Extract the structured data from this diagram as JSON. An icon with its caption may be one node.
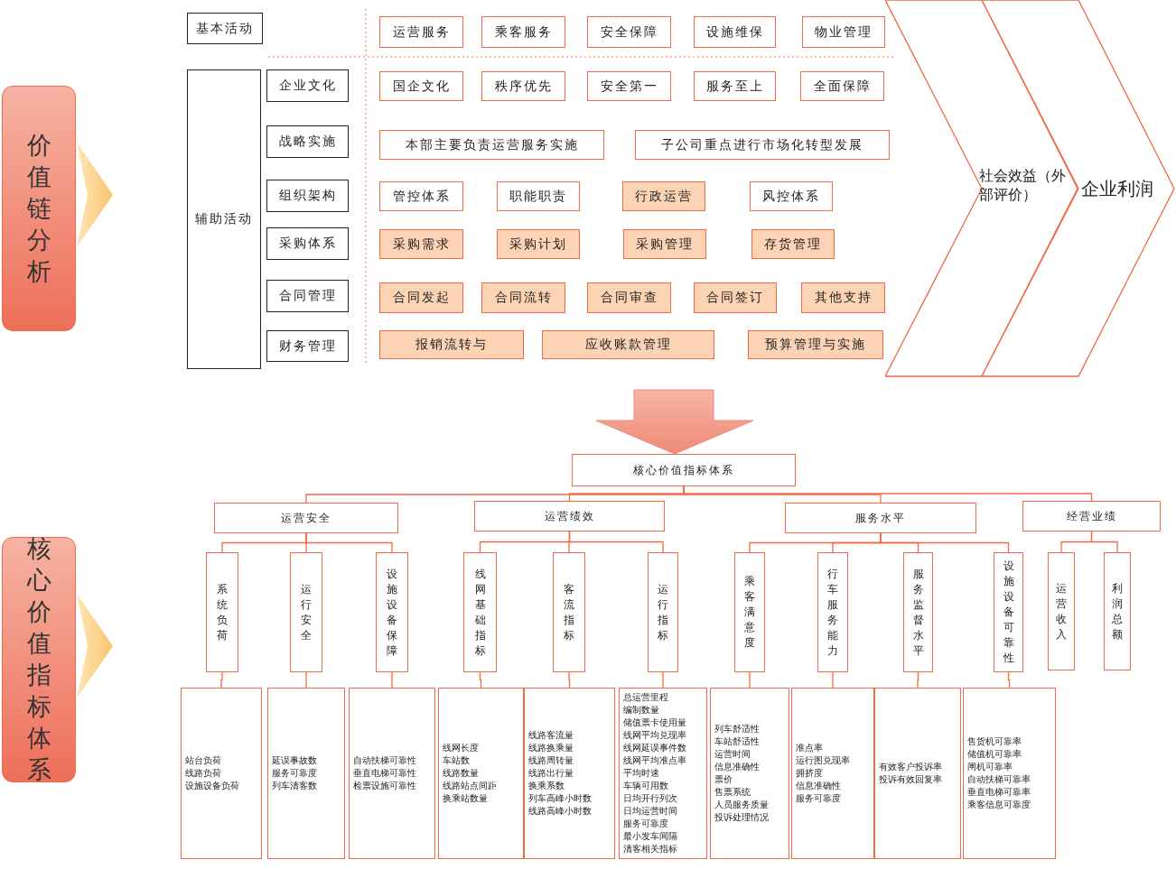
{
  "diagram": {
    "nodes": [
      {
        "text": [
          "价值链分析"
        ]
      },
      {
        "text": [
          "基本活动"
        ]
      },
      {
        "text": [
          "运营服务"
        ]
      },
      {
        "text": [
          "乘客服务"
        ]
      },
      {
        "text": [
          "安全保障"
        ]
      },
      {
        "text": [
          "设施维保"
        ]
      },
      {
        "text": [
          "物业管理"
        ]
      },
      {
        "text": [
          "辅助活动"
        ]
      },
      {
        "text": [
          "企业文化"
        ]
      },
      {
        "text": [
          "国企文化"
        ]
      },
      {
        "text": [
          "秩序优先"
        ]
      },
      {
        "text": [
          "安全第一"
        ]
      },
      {
        "text": [
          "服务至上"
        ]
      },
      {
        "text": [
          "全面保障"
        ]
      },
      {
        "text": [
          "战略实施"
        ]
      },
      {
        "text": [
          "本部主要负责运营服务实施"
        ]
      },
      {
        "text": [
          "子公司重点进行市场化转型发展"
        ]
      },
      {
        "text": [
          "组织架构"
        ]
      },
      {
        "text": [
          "管控体系"
        ]
      },
      {
        "text": [
          "职能职责"
        ]
      },
      {
        "text": [
          "行政运营"
        ]
      },
      {
        "text": [
          "风控体系"
        ]
      },
      {
        "text": [
          "采购体系"
        ]
      },
      {
        "text": [
          "采购需求"
        ]
      },
      {
        "text": [
          "采购计划"
        ]
      },
      {
        "text": [
          "采购管理"
        ]
      },
      {
        "text": [
          "存货管理"
        ]
      },
      {
        "text": [
          "合同管理"
        ]
      },
      {
        "text": [
          "合同发起"
        ]
      },
      {
        "text": [
          "合同流转"
        ]
      },
      {
        "text": [
          "合同审查"
        ]
      },
      {
        "text": [
          "合同签订"
        ]
      },
      {
        "text": [
          "其他支持"
        ]
      },
      {
        "text": [
          "财务管理"
        ]
      },
      {
        "text": [
          "报销流转与"
        ]
      },
      {
        "text": [
          "应收账款管理"
        ]
      },
      {
        "text": [
          "预算管理与实施"
        ]
      },
      {
        "text": [
          "社会效益（外部评价）"
        ]
      },
      {
        "text": [
          "企业利润"
        ]
      },
      {
        "text": [
          "核心价值指标体系"
        ]
      },
      {
        "text": [
          "核心价值指标体系"
        ]
      },
      {
        "text": [
          "运营安全"
        ]
      },
      {
        "text": [
          "运营绩效"
        ]
      },
      {
        "text": [
          "服务水平"
        ]
      },
      {
        "text": [
          "经营业绩"
        ]
      },
      {
        "text": [
          "系统负荷"
        ]
      },
      {
        "text": [
          "运行安全"
        ]
      },
      {
        "text": [
          "设施设备保障"
        ]
      },
      {
        "text": [
          "线网基础指标"
        ]
      },
      {
        "text": [
          "客流指标"
        ]
      },
      {
        "text": [
          "运行指标"
        ]
      },
      {
        "text": [
          "乘客满意度"
        ]
      },
      {
        "text": [
          "行车服务能力"
        ]
      },
      {
        "text": [
          "服务监督水平"
        ]
      },
      {
        "text": [
          "设施设备可靠性"
        ]
      },
      {
        "text": [
          "运营收入"
        ]
      },
      {
        "text": [
          "利润总额"
        ]
      },
      {
        "text": [
          "站台负荷",
          "线路负荷",
          "设施设备负荷"
        ]
      },
      {
        "text": [
          "延误事故数",
          "服务可靠度",
          "列车清客数"
        ]
      },
      {
        "text": [
          "自动扶梯可靠性",
          "垂直电梯可靠性",
          "检票设施可靠性"
        ]
      },
      {
        "text": [
          "线网长度",
          "车站数",
          "线路数量",
          "线路站点间距",
          "换乘站数量"
        ]
      },
      {
        "text": [
          "线路客流量",
          "线路换乘量",
          "线路周转量",
          "线路出行量",
          "换乘系数",
          "列车高峰小时数",
          "线路高峰小时数"
        ]
      },
      {
        "text": [
          "总运营里程",
          "编制数量",
          "储值票卡使用量",
          "线网平均兑现率",
          "线网延误事件数",
          "线网平均准点率",
          "平均时速",
          "车辆可用数",
          "日均开行列次",
          "日均运营时间",
          "服务可靠度",
          "最小发车间隔",
          "清客相关指标"
        ]
      },
      {
        "text": [
          "列车舒适性",
          "车站舒适性",
          "运营时间",
          "信息准确性",
          "票价",
          "售票系统",
          "人员服务质量",
          "投诉处理情况"
        ]
      },
      {
        "text": [
          "准点率",
          "运行图兑现率",
          "拥挤度",
          "信息准确性",
          "服务可靠度"
        ]
      },
      {
        "text": [
          "有效客户投诉率",
          "投诉有效回复率"
        ]
      },
      {
        "text": [
          "售货机可靠率",
          "储值机可靠率",
          "闸机可靠率",
          "自动扶梯可靠率",
          "垂直电梯可靠率",
          "乘客信息可靠度"
        ]
      }
    ],
    "edges": [
      {
        "from": 0,
        "to": null,
        "arrow": "to"
      },
      {
        "from": null,
        "to": 40,
        "arrow": "to"
      },
      {
        "from": 39,
        "to": null,
        "arrow": "to"
      },
      {
        "from": 40,
        "to": 41,
        "arrow": "none"
      },
      {
        "from": 40,
        "to": 42,
        "arrow": "none"
      },
      {
        "from": 40,
        "to": 43,
        "arrow": "none"
      },
      {
        "from": 40,
        "to": 44,
        "arrow": "none"
      },
      {
        "from": 41,
        "to": 45,
        "arrow": "none"
      },
      {
        "from": 41,
        "to": 46,
        "arrow": "none"
      },
      {
        "from": 41,
        "to": 47,
        "arrow": "none"
      },
      {
        "from": 42,
        "to": 48,
        "arrow": "none"
      },
      {
        "from": 42,
        "to": 49,
        "arrow": "none"
      },
      {
        "from": 42,
        "to": 50,
        "arrow": "none"
      },
      {
        "from": 43,
        "to": 51,
        "arrow": "none"
      },
      {
        "from": 43,
        "to": 52,
        "arrow": "none"
      },
      {
        "from": 43,
        "to": 53,
        "arrow": "none"
      },
      {
        "from": 43,
        "to": 54,
        "arrow": "none"
      },
      {
        "from": 44,
        "to": 55,
        "arrow": "none"
      },
      {
        "from": 44,
        "to": 56,
        "arrow": "none"
      },
      {
        "from": 45,
        "to": 57,
        "arrow": "none"
      },
      {
        "from": 46,
        "to": 58,
        "arrow": "none"
      },
      {
        "from": 47,
        "to": 59,
        "arrow": "none"
      },
      {
        "from": 48,
        "to": 60,
        "arrow": "none"
      },
      {
        "from": 49,
        "to": 61,
        "arrow": "none"
      },
      {
        "from": 50,
        "to": 62,
        "arrow": "none"
      },
      {
        "from": 51,
        "to": 63,
        "arrow": "none"
      },
      {
        "from": 52,
        "to": 64,
        "arrow": "none"
      },
      {
        "from": 53,
        "to": 65,
        "arrow": "none"
      },
      {
        "from": 54,
        "to": 66,
        "arrow": "none"
      }
    ]
  }
}
